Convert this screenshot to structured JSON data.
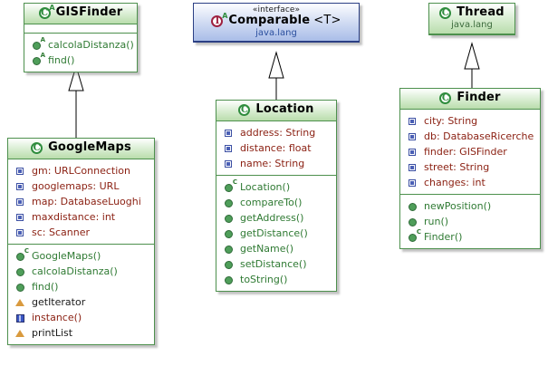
{
  "diagram": {
    "title": "UML Class Diagram",
    "type": "uml-class-diagram",
    "colors": {
      "class_border": "#4d904d",
      "class_header_gradient_end": "#b9ddac",
      "interface_border": "#2b3f84",
      "interface_header_gradient_end": "#a9bde8",
      "attribute_text": "#8a1f11",
      "method_text": "#2f7a33",
      "package_text": "#3d6b3d"
    }
  },
  "classes": {
    "gisfinder": {
      "name": "GISFinder",
      "kind": "class",
      "kind_icon": "class-abstract-icon",
      "kind_letter": "C",
      "kind_sup": "A",
      "attributes": [],
      "methods": [
        {
          "label": "calcolaDistanza()",
          "icon": "method-abstract-icon",
          "sup": "A"
        },
        {
          "label": "find()",
          "icon": "method-abstract-icon",
          "sup": "A"
        }
      ]
    },
    "comparable": {
      "name": "Comparable",
      "generic": "<T>",
      "stereotype": "«interface»",
      "package": "java.lang",
      "kind": "interface",
      "kind_icon": "interface-abstract-icon",
      "kind_letter": "I",
      "kind_sup": "A"
    },
    "thread": {
      "name": "Thread",
      "package": "java.lang",
      "kind": "class",
      "kind_icon": "class-icon",
      "kind_letter": "C",
      "kind_sup": ""
    },
    "googlemaps": {
      "name": "GoogleMaps",
      "kind": "class",
      "kind_icon": "class-icon",
      "kind_letter": "C",
      "kind_sup": "",
      "attributes": [
        {
          "label": "gm: URLConnection",
          "icon": "attribute-private-icon"
        },
        {
          "label": "googlemaps: URL",
          "icon": "attribute-private-icon"
        },
        {
          "label": "map: DatabaseLuoghi",
          "icon": "attribute-private-icon"
        },
        {
          "label": "maxdistance: int",
          "icon": "attribute-private-icon"
        },
        {
          "label": "sc: Scanner",
          "icon": "attribute-private-icon"
        }
      ],
      "methods": [
        {
          "label": "GoogleMaps()",
          "icon": "method-constructor-icon",
          "sup": "C",
          "style": "green"
        },
        {
          "label": "calcolaDistanza()",
          "icon": "method-public-icon",
          "sup": "",
          "style": "green"
        },
        {
          "label": "find()",
          "icon": "method-public-icon",
          "sup": "",
          "style": "green"
        },
        {
          "label": "getIterator",
          "icon": "triangle-icon",
          "sup": "",
          "style": "dark"
        },
        {
          "label": "instance()",
          "icon": "blue-square-icon",
          "sup": "",
          "style": "red"
        },
        {
          "label": "printList",
          "icon": "triangle-icon",
          "sup": "",
          "style": "dark"
        }
      ]
    },
    "location": {
      "name": "Location",
      "kind": "class",
      "kind_icon": "class-icon",
      "kind_letter": "C",
      "kind_sup": "",
      "attributes": [
        {
          "label": "address: String",
          "icon": "attribute-private-icon"
        },
        {
          "label": "distance: float",
          "icon": "attribute-private-icon"
        },
        {
          "label": "name: String",
          "icon": "attribute-private-icon"
        }
      ],
      "methods": [
        {
          "label": "Location()",
          "icon": "method-constructor-icon",
          "sup": "C",
          "style": "green"
        },
        {
          "label": "compareTo()",
          "icon": "method-public-icon",
          "sup": "",
          "style": "green"
        },
        {
          "label": "getAddress()",
          "icon": "method-public-icon",
          "sup": "",
          "style": "green"
        },
        {
          "label": "getDistance()",
          "icon": "method-public-icon",
          "sup": "",
          "style": "green"
        },
        {
          "label": "getName()",
          "icon": "method-public-icon",
          "sup": "",
          "style": "green"
        },
        {
          "label": "setDistance()",
          "icon": "method-public-icon",
          "sup": "",
          "style": "green"
        },
        {
          "label": "toString()",
          "icon": "method-public-icon",
          "sup": "",
          "style": "green"
        }
      ]
    },
    "finder": {
      "name": "Finder",
      "kind": "class",
      "kind_icon": "class-icon",
      "kind_letter": "C",
      "kind_sup": "",
      "attributes": [
        {
          "label": "city: String",
          "icon": "attribute-private-icon"
        },
        {
          "label": "db: DatabaseRicerche",
          "icon": "attribute-private-icon"
        },
        {
          "label": "finder: GISFinder",
          "icon": "attribute-private-icon"
        },
        {
          "label": "street: String",
          "icon": "attribute-private-icon"
        },
        {
          "label": "changes: int",
          "icon": "attribute-private-icon"
        }
      ],
      "methods": [
        {
          "label": "newPosition()",
          "icon": "method-public-icon",
          "sup": "",
          "style": "green"
        },
        {
          "label": "run()",
          "icon": "method-public-icon",
          "sup": "",
          "style": "green"
        },
        {
          "label": "Finder()",
          "icon": "method-constructor-icon",
          "sup": "C",
          "style": "green"
        }
      ]
    }
  },
  "relationships": [
    {
      "name": "googlemaps-extends-gisfinder",
      "from": "GoogleMaps",
      "to": "GISFinder",
      "type": "generalization"
    },
    {
      "name": "location-implements-comparable",
      "from": "Location",
      "to": "Comparable",
      "type": "generalization"
    },
    {
      "name": "finder-extends-thread",
      "from": "Finder",
      "to": "Thread",
      "type": "generalization"
    }
  ]
}
